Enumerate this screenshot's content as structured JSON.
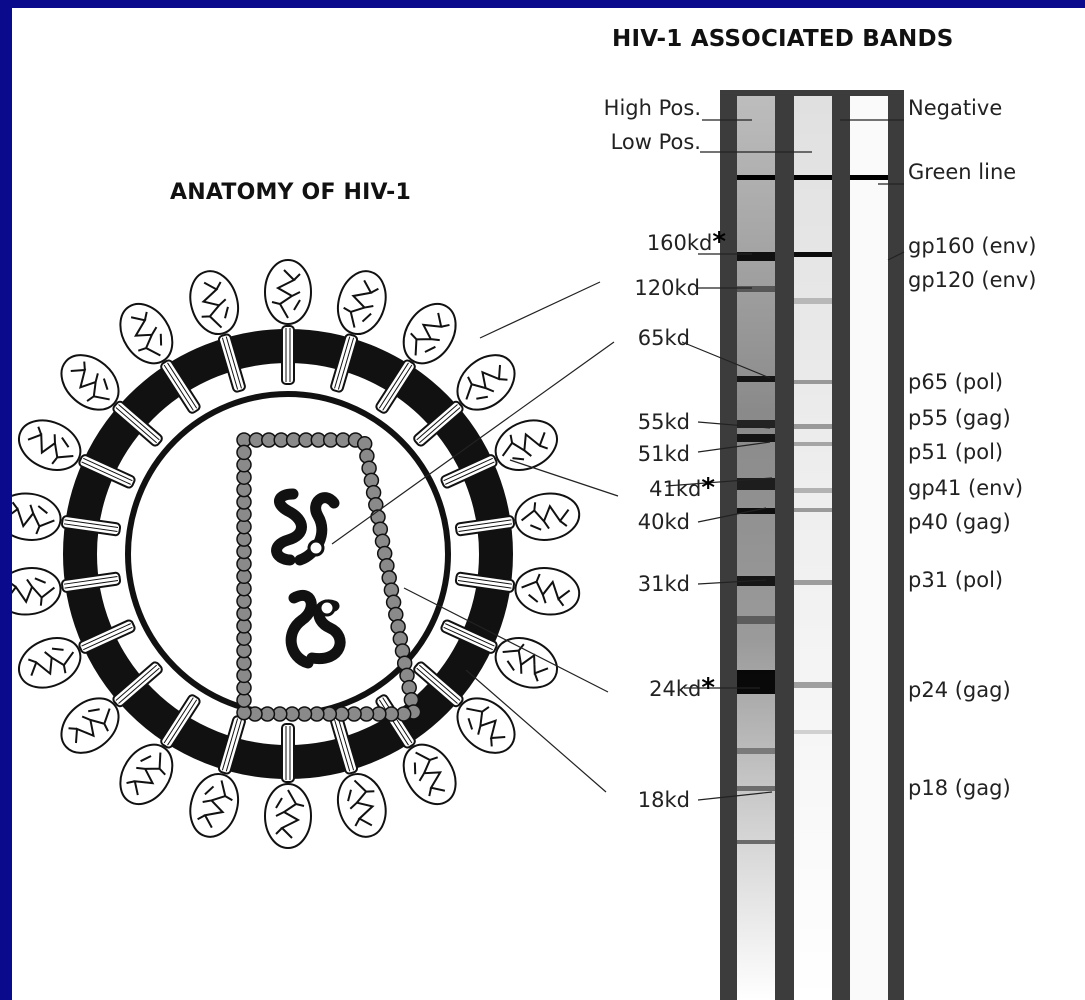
{
  "titles": {
    "strip": "HIV-1 ASSOCIATED BANDS",
    "anatomy": "ANATOMY OF HIV-1"
  },
  "left_labels": [
    {
      "text": "High Pos.",
      "asterisk": ""
    },
    {
      "text": "Low Pos.",
      "asterisk": ""
    },
    {
      "text": "160kd",
      "asterisk": "*"
    },
    {
      "text": "120kd",
      "asterisk": ""
    },
    {
      "text": "65kd",
      "asterisk": ""
    },
    {
      "text": "55kd",
      "asterisk": ""
    },
    {
      "text": "51kd",
      "asterisk": ""
    },
    {
      "text": "41kd",
      "asterisk": "*"
    },
    {
      "text": "40kd",
      "asterisk": ""
    },
    {
      "text": "31kd",
      "asterisk": ""
    },
    {
      "text": "24kd",
      "asterisk": "*"
    },
    {
      "text": "18kd",
      "asterisk": ""
    }
  ],
  "right_labels": [
    "Negative",
    "Green line",
    "gp160 (env)",
    "gp120 (env)",
    "p65 (pol)",
    "p55 (gag)",
    "p51 (pol)",
    "gp41 (env)",
    "p40 (gag)",
    "p31 (pol)",
    "p24 (gag)",
    "p18 (gag)"
  ],
  "colors": {
    "background": "#0a0a8c",
    "panel": "#ffffff",
    "ink": "#111111"
  }
}
